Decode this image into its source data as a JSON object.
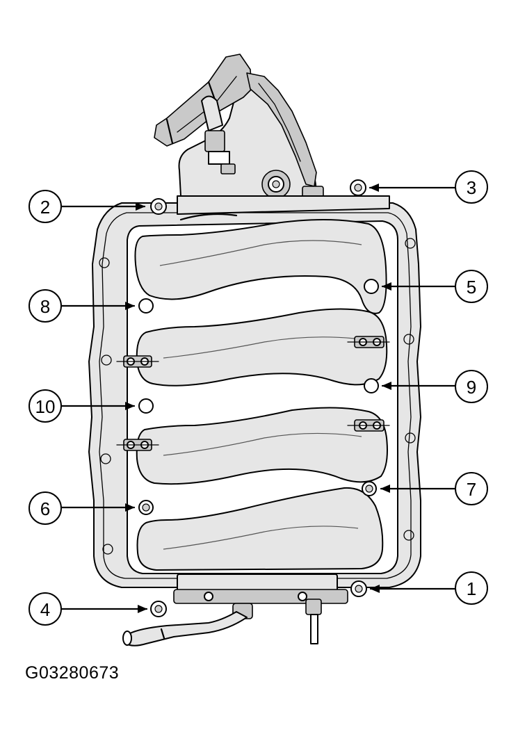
{
  "figure_id": "G03280673",
  "callouts": [
    {
      "label": "1"
    },
    {
      "label": "2"
    },
    {
      "label": "3"
    },
    {
      "label": "4"
    },
    {
      "label": "5"
    },
    {
      "label": "6"
    },
    {
      "label": "7"
    },
    {
      "label": "8"
    },
    {
      "label": "9"
    },
    {
      "label": "10"
    }
  ],
  "colors": {
    "line": "#000000",
    "shade": "#e6e6e6",
    "background": "#ffffff"
  }
}
